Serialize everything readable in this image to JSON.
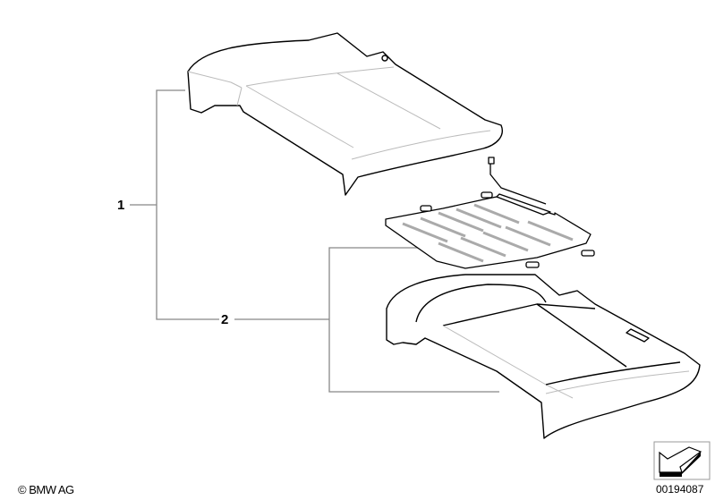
{
  "diagram": {
    "callouts": [
      {
        "id": "1",
        "label": "1"
      },
      {
        "id": "2",
        "label": "2"
      }
    ],
    "parts": [
      {
        "name": "seat-cushion-cover",
        "callout": "1"
      },
      {
        "name": "seat-heating-element",
        "callout": "2"
      },
      {
        "name": "seat-cushion-foam-pad",
        "callout": "2"
      }
    ],
    "footer": {
      "copyright": "© BMW AG",
      "diagram_id": "00194087"
    },
    "nav_icon": "arrow-back-icon",
    "colors": {
      "line": "#000000",
      "leader": "#888888",
      "detail": "#bbbbbb",
      "background": "#ffffff"
    }
  }
}
